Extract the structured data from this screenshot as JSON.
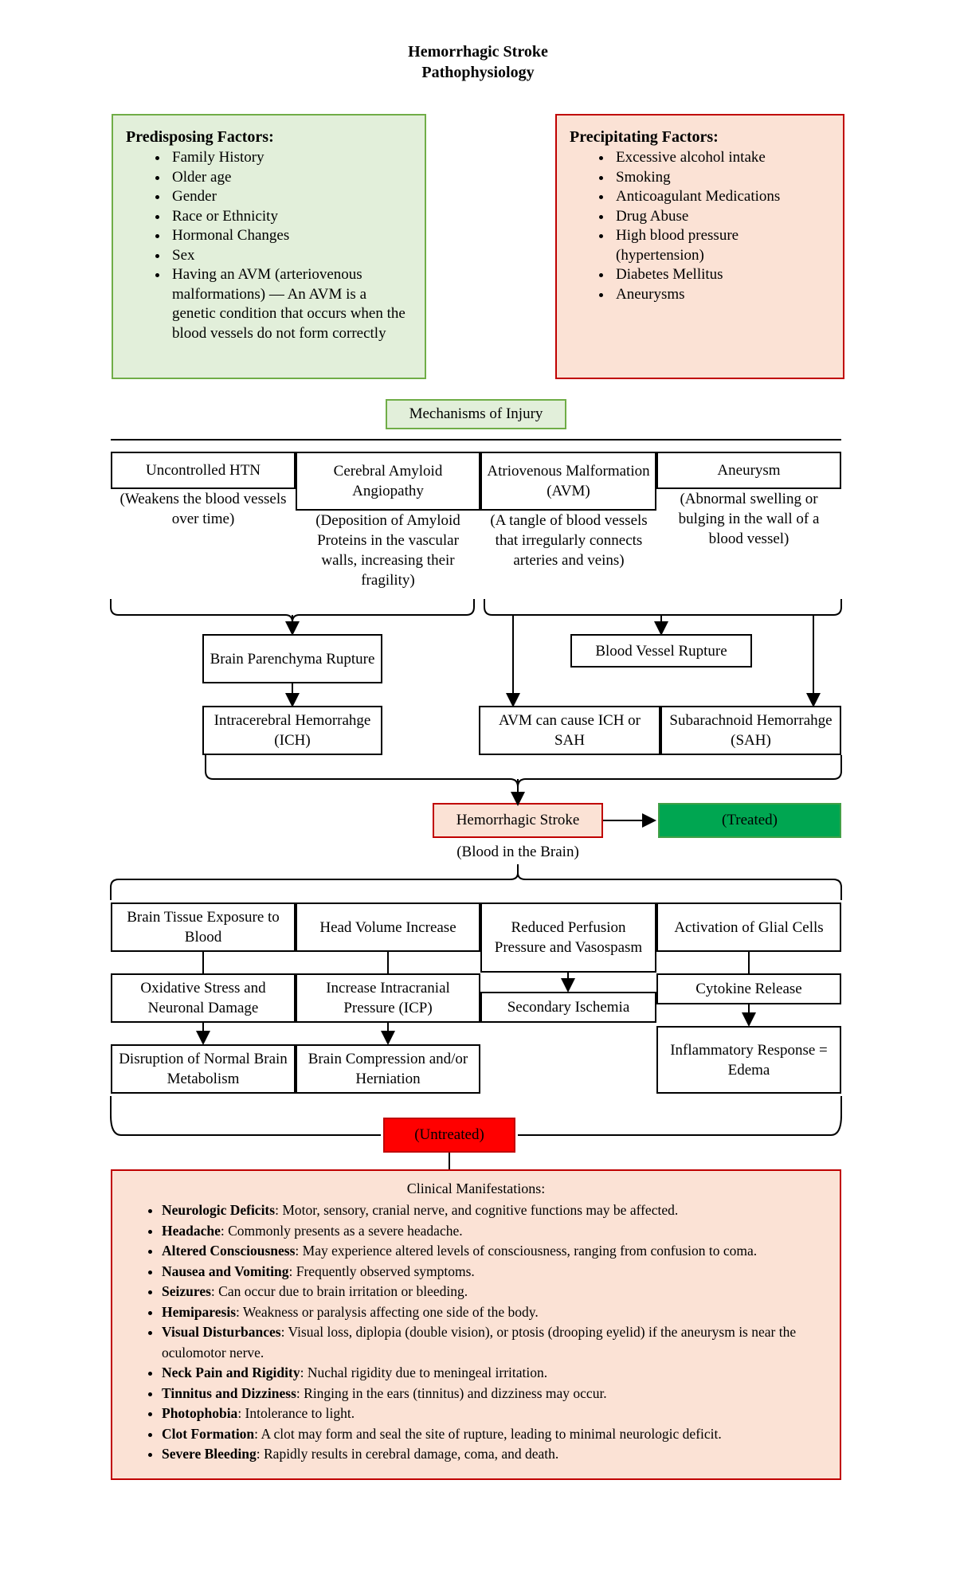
{
  "title": {
    "line1": "Hemorrhagic Stroke",
    "line2": "Pathophysiology"
  },
  "predisposing": {
    "heading": "Predisposing Factors:",
    "items": [
      "Family History",
      "Older age",
      "Gender",
      "Race or Ethnicity",
      "Hormonal Changes",
      "Sex",
      "Having an AVM (arteriovenous malformations) — An AVM is a genetic condition that occurs when the blood vessels do not form correctly"
    ],
    "fill": "#e2efda",
    "border": "#70ad47"
  },
  "precipitating": {
    "heading": "Precipitating Factors:",
    "items": [
      "Excessive alcohol intake",
      "Smoking",
      "Anticoagulant Medications",
      "Drug Abuse",
      "High blood pressure (hypertension)",
      "Diabetes Mellitus",
      "Aneurysms"
    ],
    "fill": "#fbe2d5",
    "border": "#c00000"
  },
  "mechanisms_header": "Mechanisms of Injury",
  "mechanisms": [
    {
      "title": "Uncontrolled HTN",
      "caption": "(Weakens the blood vessels over time)"
    },
    {
      "title": "Cerebral Amyloid Angiopathy",
      "caption": "(Deposition of Amyloid Proteins in the vascular walls, increasing their fragility)"
    },
    {
      "title": "Atriovenous Malformation (AVM)",
      "caption": "(A tangle of blood vessels that irregularly connects arteries and veins)"
    },
    {
      "title": "Aneurysm",
      "caption": "(Abnormal swelling or bulging in the wall of a blood vessel)"
    }
  ],
  "rupture": {
    "brain_parenchyma": "Brain Parenchyma Rupture",
    "blood_vessel": "Blood Vessel Rupture",
    "ich": "Intracerebral Hemorrahge (ICH)",
    "avm_cause": "AVM can cause ICH or SAH",
    "sah": "Subarachnoid Hemorrahge (SAH)"
  },
  "stroke": {
    "label": "Hemorrhagic Stroke",
    "caption": "(Blood in the Brain)",
    "treated": "(Treated)",
    "untreated": "(Untreated)",
    "treated_color": "#00a651",
    "untreated_color": "#ff0000"
  },
  "complications": {
    "row1": [
      "Brain Tissue Exposure to Blood",
      "Head Volume Increase",
      "Reduced Perfusion Pressure and Vasospasm",
      "Activation of Glial Cells"
    ],
    "row2": [
      "Oxidative Stress and Neuronal Damage",
      "Increase Intracranial Pressure (ICP)",
      "Secondary Ischemia",
      "Cytokine Release"
    ],
    "row3": [
      "Disruption of Normal Brain Metabolism",
      "Brain Compression and/or Herniation",
      "Inflammatory Response = Edema"
    ]
  },
  "clinical": {
    "heading": "Clinical Manifestations:",
    "fill": "#fbe2d5",
    "border": "#c00000",
    "items": [
      {
        "term": "Neurologic Deficits",
        "text": ": Motor, sensory, cranial nerve, and cognitive functions may be affected."
      },
      {
        "term": "Headache",
        "text": ": Commonly presents as a severe headache."
      },
      {
        "term": "Altered Consciousness",
        "text": ": May experience altered levels of consciousness, ranging from confusion to coma."
      },
      {
        "term": "Nausea and Vomiting",
        "text": ": Frequently observed symptoms."
      },
      {
        "term": "Seizures",
        "text": ": Can occur due to brain irritation or bleeding."
      },
      {
        "term": "Hemiparesis",
        "text": ": Weakness or paralysis affecting one side of the body."
      },
      {
        "term": "Visual Disturbances",
        "text": ": Visual loss, diplopia (double vision), or ptosis (drooping eyelid) if the aneurysm is near the oculomotor nerve."
      },
      {
        "term": "Neck Pain and Rigidity",
        "text": ": Nuchal rigidity due to meningeal irritation."
      },
      {
        "term": "Tinnitus and Dizziness",
        "text": ": Ringing in the ears (tinnitus) and dizziness may occur."
      },
      {
        "term": "Photophobia",
        "text": ": Intolerance to light."
      },
      {
        "term": "Clot Formation",
        "text": ": A clot may form and seal the site of rupture, leading to minimal neurologic deficit."
      },
      {
        "term": "Severe Bleeding",
        "text": ": Rapidly results in cerebral damage, coma, and death."
      }
    ]
  }
}
